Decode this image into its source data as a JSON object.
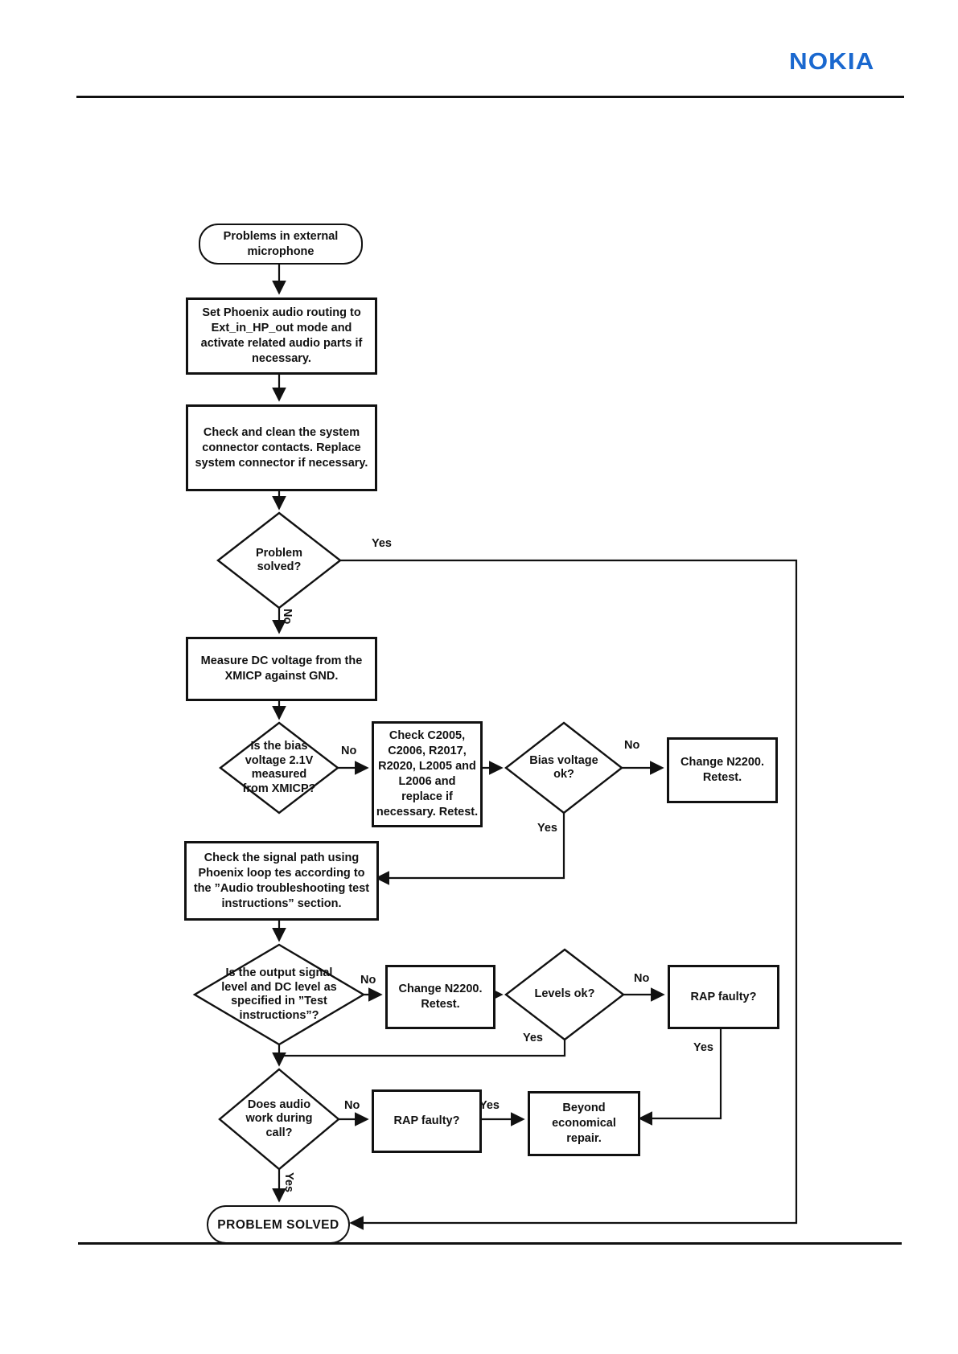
{
  "page": {
    "brand": "NOKIA",
    "brand_color": "#1a68cf"
  },
  "flowchart": {
    "labels": {
      "yes": "Yes",
      "no": "No"
    },
    "nodes": {
      "start": {
        "type": "terminal",
        "text": "Problems in external\nmicrophone"
      },
      "set_phoenix_routing": {
        "type": "process",
        "text": "Set Phoenix audio routing to\nExt_in_HP_out mode and\nactivate related audio parts if\nnecessary."
      },
      "clean_connector": {
        "type": "process",
        "text": "Check and clean the system\nconnector contacts. Replace\nsystem connector if necessary."
      },
      "problem_solved": {
        "type": "decision",
        "text": "Problem\nsolved?"
      },
      "measure_dc": {
        "type": "process",
        "text": "Measure DC voltage from the\nXMICP against GND."
      },
      "bias_voltage": {
        "type": "decision",
        "text": "Is the bias\nvoltage 2.1V\nmeasured\nfrom XMICP?"
      },
      "check_passives": {
        "type": "process",
        "text": "Check C2005,\nC2006, R2017,\nR2020, L2005 and\nL2006 and\nreplace if\nnecessary. Retest."
      },
      "bias_ok": {
        "type": "decision",
        "text": "Bias voltage\nok?"
      },
      "change_n2200_a": {
        "type": "process",
        "text": "Change N2200.\nRetest."
      },
      "check_signal_path": {
        "type": "process",
        "text": "Check the signal path using\nPhoenix loop tes according to\nthe ”Audio troubleshooting test\ninstructions” section."
      },
      "output_levels": {
        "type": "decision",
        "text": "Is the output signal\nlevel and DC level as\nspecified in ”Test\ninstructions”?"
      },
      "change_n2200_b": {
        "type": "process",
        "text": "Change N2200.\nRetest."
      },
      "levels_ok": {
        "type": "decision",
        "text": "Levels ok?"
      },
      "rap_faulty_a": {
        "type": "process",
        "text": "RAP faulty?"
      },
      "audio_during_call": {
        "type": "decision",
        "text": "Does audio\nwork during\ncall?"
      },
      "rap_faulty_b": {
        "type": "process",
        "text": "RAP faulty?"
      },
      "beyond_repair": {
        "type": "process",
        "text": "Beyond\neconomical\nrepair."
      },
      "solved": {
        "type": "terminal",
        "text": "PROBLEM SOLVED"
      }
    }
  }
}
